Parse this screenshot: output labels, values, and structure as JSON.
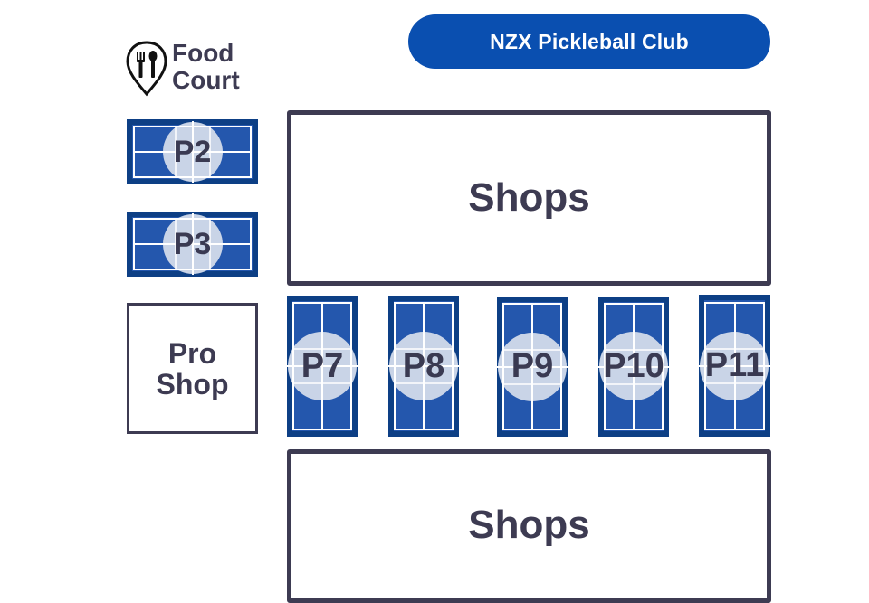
{
  "header": {
    "title": "NZX Pickleball Club",
    "pill_color": "#0a4fb0"
  },
  "food_court": {
    "icon": "fork-spoon-location-pin-icon",
    "line1": "Food",
    "line2": "Court"
  },
  "shops": {
    "top_label": "Shops",
    "bottom_label": "Shops",
    "border_color": "#3d3b52"
  },
  "pro_shop": {
    "line1": "Pro",
    "line2": "Shop"
  },
  "courts": {
    "colors": {
      "outer": "#0d3f85",
      "field": "#2457ad",
      "lines": "#ffffff",
      "label_circle": "#c9d4e7",
      "label_text": "#3a3a52"
    },
    "horizontal": [
      {
        "id": "P2",
        "label": "P2"
      },
      {
        "id": "P3",
        "label": "P3"
      }
    ],
    "vertical": [
      {
        "id": "P7",
        "label": "P7"
      },
      {
        "id": "P8",
        "label": "P8"
      },
      {
        "id": "P9",
        "label": "P9"
      },
      {
        "id": "P10",
        "label": "P10"
      },
      {
        "id": "P11",
        "label": "P11"
      }
    ]
  }
}
